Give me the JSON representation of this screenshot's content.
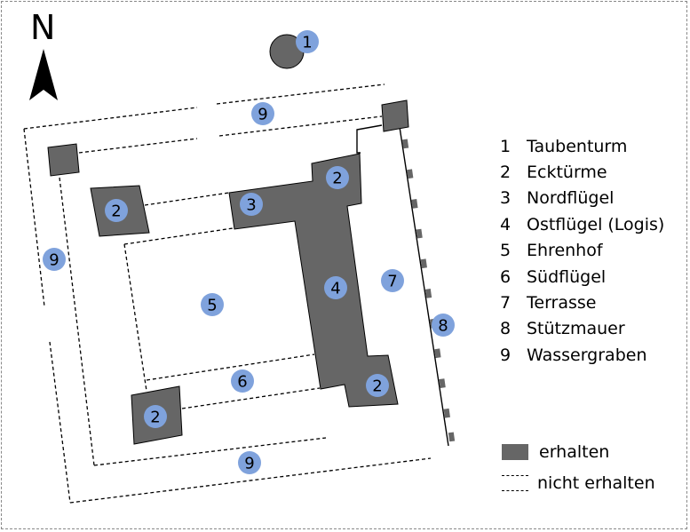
{
  "map": {
    "north_label": "N",
    "colors": {
      "preserved": "#666666",
      "marker": "#7FA2DC",
      "outline": "#000000"
    },
    "markers": {
      "m1": "1",
      "m2": "2",
      "m3": "3",
      "m4": "4",
      "m5": "5",
      "m6": "6",
      "m7": "7",
      "m8": "8",
      "m9": "9"
    }
  },
  "legend": {
    "items": [
      {
        "num": "1",
        "label": "Taubenturm"
      },
      {
        "num": "2",
        "label": "Ecktürme"
      },
      {
        "num": "3",
        "label": "Nordflügel"
      },
      {
        "num": "4",
        "label": "Ostflügel (Logis)"
      },
      {
        "num": "5",
        "label": "Ehrenhof"
      },
      {
        "num": "6",
        "label": "Südflügel"
      },
      {
        "num": "7",
        "label": "Terrasse"
      },
      {
        "num": "8",
        "label": "Stützmauer"
      },
      {
        "num": "9",
        "label": "Wassergraben"
      }
    ],
    "preserved_label": "erhalten",
    "lost_label": "nicht erhalten"
  }
}
